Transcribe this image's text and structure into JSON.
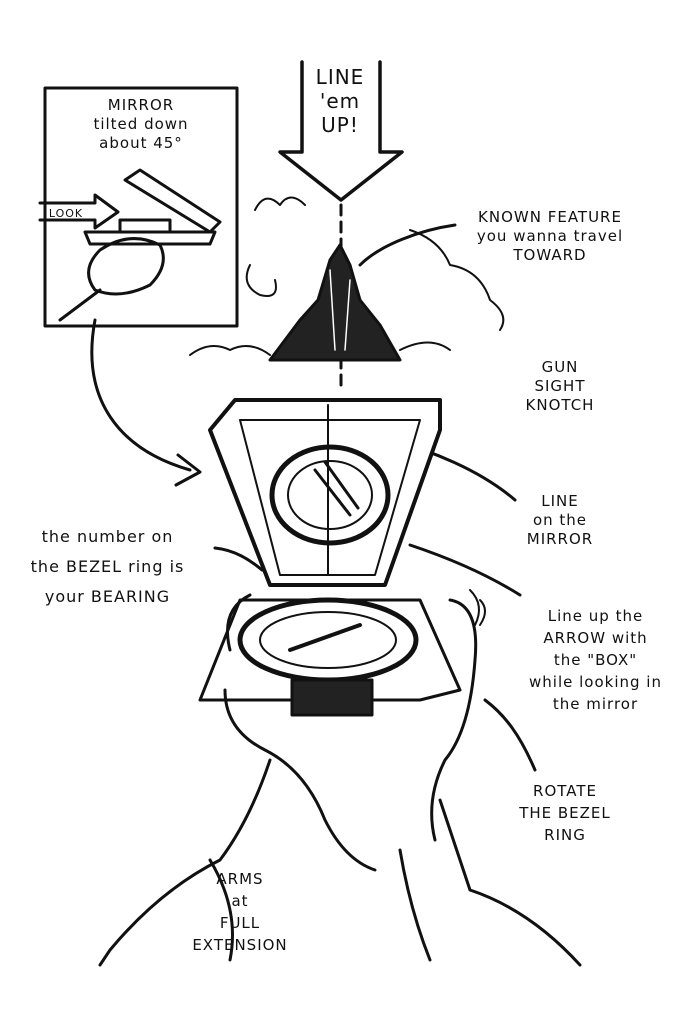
{
  "colors": {
    "ink": "#111111",
    "paper": "#ffffff"
  },
  "labels": {
    "line_em_up": "LINE\n'em\nUP!",
    "mirror": "MIRROR\ntilted down\nabout 45°",
    "look": "LOOK",
    "known_feature": "KNOWN  FEATURE\nyou wanna travel\nTOWARD",
    "gun_sight": "GUN\nSIGHT\nKNOTCH",
    "line_mirror": "LINE\non the\nMIRROR",
    "bezel_bearing": "the number on\nthe BEZEL ring is\nyour BEARING",
    "line_up_arrow": "Line up the\nARROW with\nthe \"BOX\"\nwhile looking in\nthe mirror",
    "rotate_bezel": "ROTATE\nTHE BEZEL\nRING",
    "arms": "ARMS\nat\nFULL\nEXTENSION"
  }
}
